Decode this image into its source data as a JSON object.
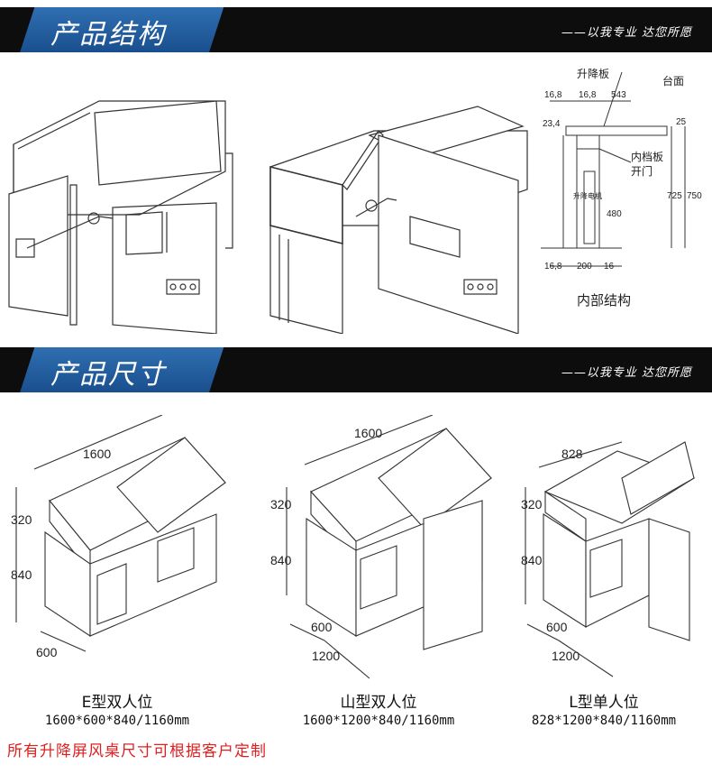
{
  "sections": [
    {
      "title": "产品结构",
      "slogan": "——以我专业 达您所愿"
    },
    {
      "title": "产品尺寸",
      "slogan": "——以我专业 达您所愿"
    }
  ],
  "structure": {
    "internal_label": "内部结构",
    "labels": {
      "lift_panel": "升降板",
      "table_top": "台面",
      "inner_panel": "内档板",
      "open_door": "开门",
      "lift_motor": "升降电机"
    },
    "dims": {
      "top_16a": "16,8",
      "top_16b": "16,8",
      "top_543": "543",
      "side_234": "23,4",
      "side_25": "25",
      "side_725": "725",
      "side_750": "750",
      "inner_480": "480",
      "bot_16a": "16,8",
      "bot_200": "200",
      "bot_16b": "16"
    }
  },
  "products": [
    {
      "name": "E型双人位",
      "dims": "1600*600*840/1160mm",
      "width": "1600",
      "depth": "600",
      "screen": "320",
      "height": "840"
    },
    {
      "name": "山型双人位",
      "dims": "1600*1200*840/1160mm",
      "width": "1600",
      "depth1": "600",
      "depth2": "1200",
      "screen": "320",
      "height": "840"
    },
    {
      "name": "L型单人位",
      "dims": "828*1200*840/1160mm",
      "width": "828",
      "depth1": "600",
      "depth2": "1200",
      "screen": "320",
      "height": "840"
    }
  ],
  "footer_note": "所有升降屏风桌尺寸可根据客户定制"
}
